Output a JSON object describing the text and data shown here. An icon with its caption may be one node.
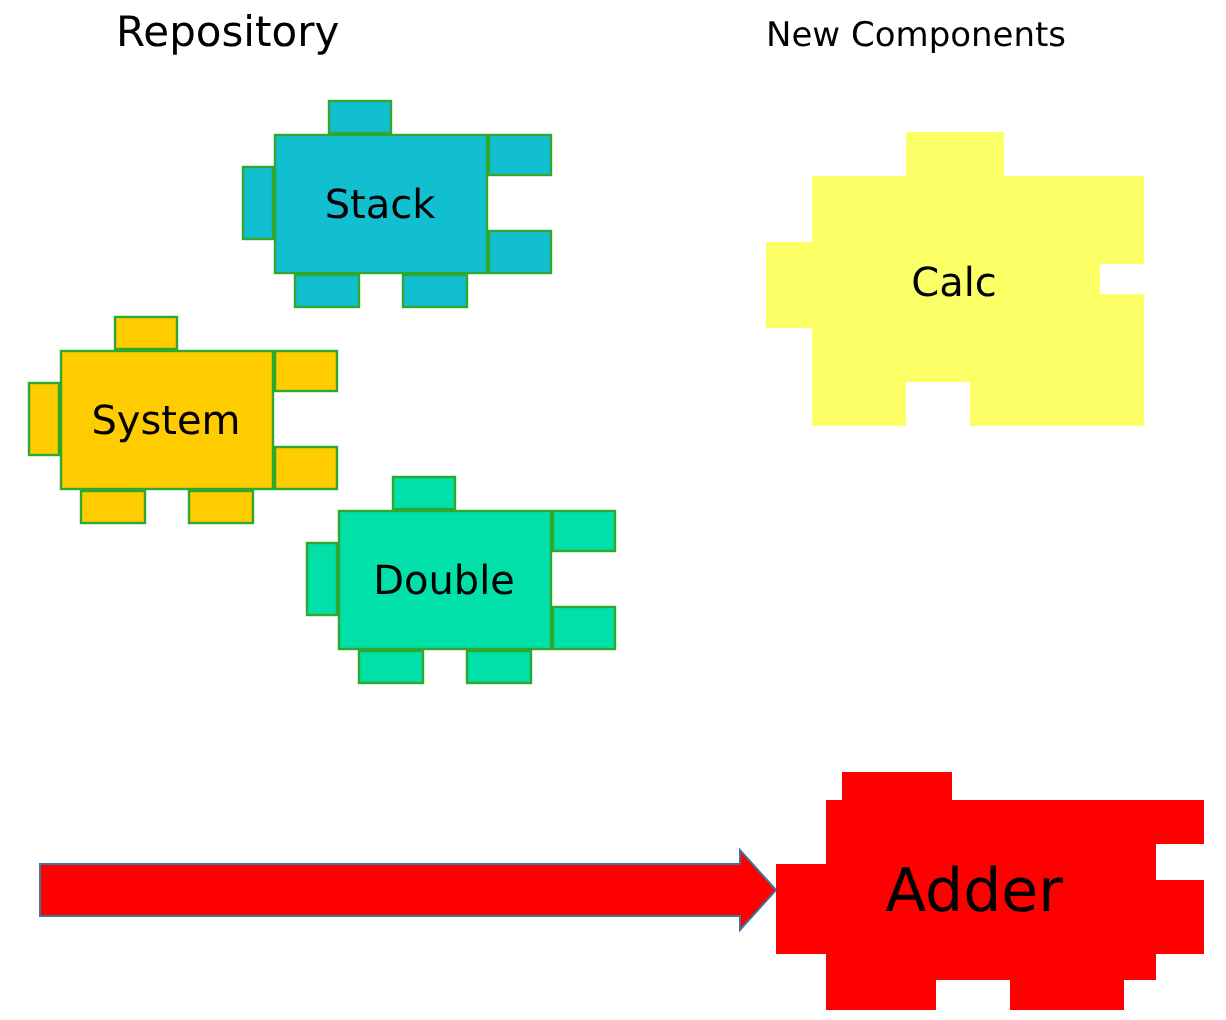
{
  "diagram": {
    "nodes": [
      {
        "text": [
          "Stack"
        ]
      },
      {
        "text": [
          "System"
        ]
      },
      {
        "text": [
          "Double"
        ]
      },
      {
        "text": [
          "Calc"
        ]
      },
      {
        "text": [
          "Adder"
        ]
      }
    ],
    "edges": [
      {
        "from": null,
        "to": 4,
        "arrow": "to",
        "style": "thick",
        "color": "#ff0000"
      }
    ],
    "labels": [
      "Repository",
      "New Components"
    ]
  }
}
